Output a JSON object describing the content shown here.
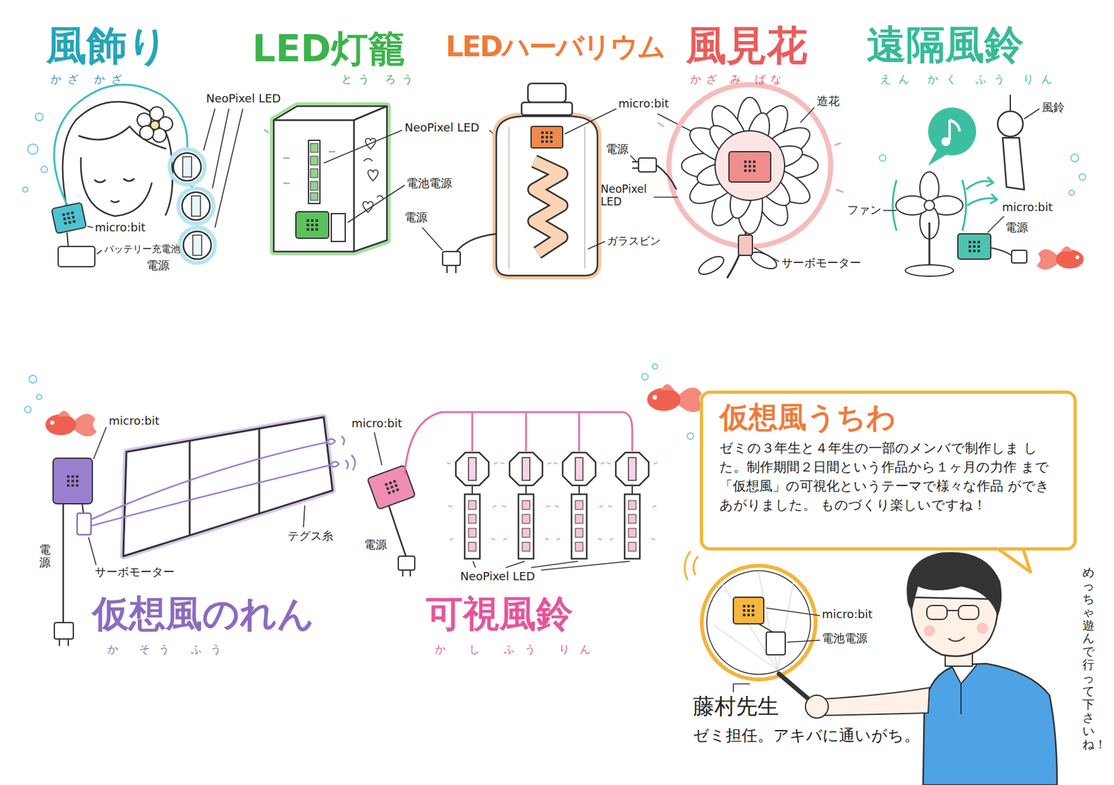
{
  "diagram": {
    "nodes": [
      {
        "text": [
          "仮想風うちわ",
          "ゼミの３年生と４年生の一部のメンバで制作しま した。制作期間２日間という作品から１ヶ月の力作 まで「仮想風」の可視化というテーマで様々な作品 ができあがりました。 ものづくり楽しいですね！"
        ]
      }
    ],
    "labels": [
      "風飾り",
      "かざ かざ",
      "NeoPixel LED",
      "micro:bit",
      "バッテリー充電池",
      "電源",
      "LED灯籠",
      "とう ろう",
      "NeoPixel LED",
      "電池電源",
      "電源",
      "LEDハーバリウム",
      "micro:bit",
      "ガラスビン",
      "風見花",
      "かざ み ばな",
      "造花",
      "電源",
      "NeoPixel LED",
      "サーボモーター",
      "遠隔風鈴",
      "えん かく ふう りん",
      "風鈴",
      "ファン",
      "micro:bit",
      "電源",
      "micro:bit",
      "テグス糸",
      "電源",
      "サーボモーター",
      "仮想風のれん",
      "か そう ふう",
      "micro:bit",
      "電源",
      "NeoPixel LED",
      "可視風鈴",
      "か し ふう りん",
      "micro:bit",
      "電池電源",
      "藤村先生",
      "ゼミ担任。アキバに通いがち。",
      "めっちゃ遊んで行って下さいね！"
    ]
  }
}
